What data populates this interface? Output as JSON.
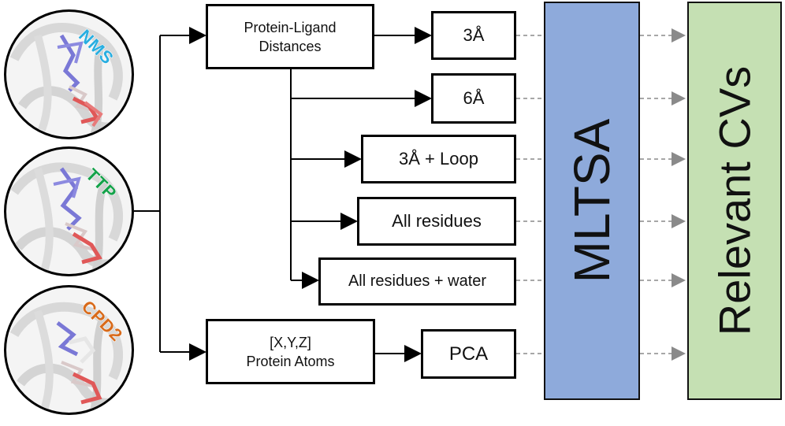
{
  "molecules": [
    {
      "label": "NMS",
      "color": "#29aee0"
    },
    {
      "label": "TTP",
      "color": "#15a24a"
    },
    {
      "label": "CPD2",
      "color": "#d86a1a"
    }
  ],
  "features": {
    "distances": "Protein-Ligand\nDistances",
    "atoms": "[X,Y,Z]\nProtein Atoms"
  },
  "feature_sets": [
    {
      "label": "3Å"
    },
    {
      "label": "6Å"
    },
    {
      "label": "3Å + Loop"
    },
    {
      "label": "All residues"
    },
    {
      "label": "All residues + water"
    },
    {
      "label": "PCA"
    }
  ],
  "method": {
    "label": "MLTSA",
    "color": "#8eaadb"
  },
  "output": {
    "label": "Relevant CVs",
    "color": "#c5e0b3"
  }
}
